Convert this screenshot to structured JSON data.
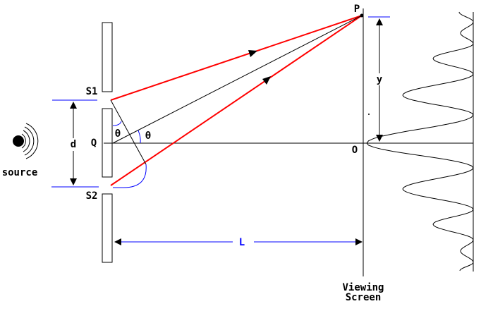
{
  "labels": {
    "s1": "S1",
    "s2": "S2",
    "d": "d",
    "q": "Q",
    "theta1": "θ",
    "theta2": "θ",
    "p": "P",
    "y": "y",
    "o": "O",
    "l": "L",
    "source": "source",
    "screen_line1": "Viewing",
    "screen_line2": "Screen"
  },
  "colors": {
    "ray": "#ff0000",
    "guide": "#0000ff",
    "ink": "#000000"
  }
}
